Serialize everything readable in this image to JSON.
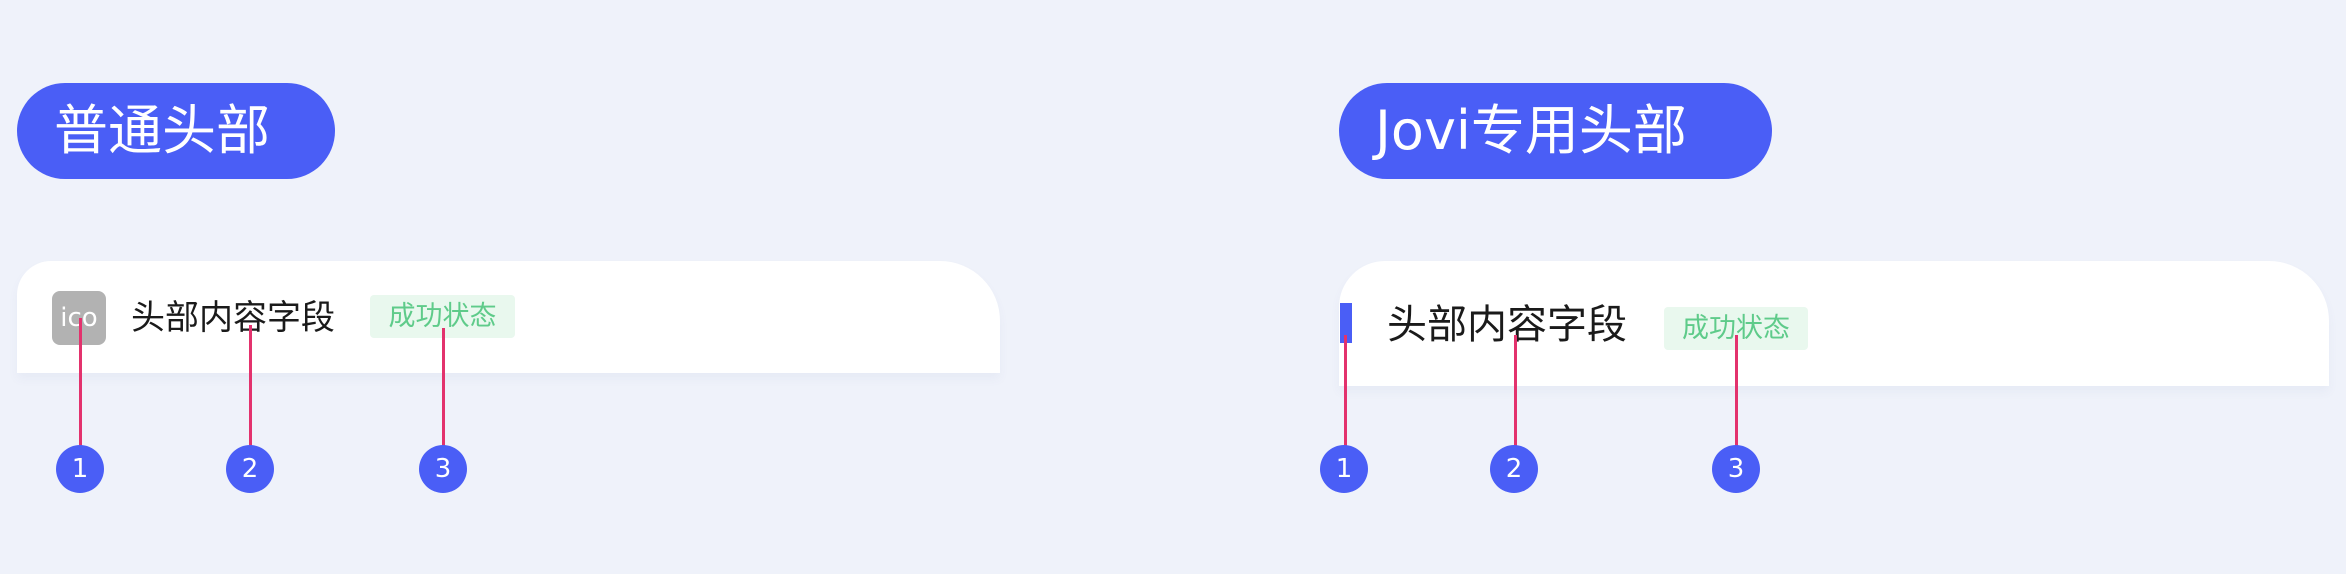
{
  "colors": {
    "background": "#eff2fa",
    "accent": "#4a5ef6",
    "card": "#ffffff",
    "icon_placeholder": "#b2b2b2",
    "success_text": "#5fcb8a",
    "success_bg": "#e9f8ee",
    "leader_line": "#e3326d"
  },
  "left_section": {
    "title": "普通头部",
    "header": {
      "icon_label": "ico",
      "title": "头部内容字段",
      "status_badge": "成功状态"
    },
    "markers": [
      "1",
      "2",
      "3"
    ]
  },
  "right_section": {
    "title": "Jovi专用头部",
    "header": {
      "indicator_icon": "accent-bar-icon",
      "title": "头部内容字段",
      "status_badge": "成功状态"
    },
    "markers": [
      "1",
      "2",
      "3"
    ]
  }
}
